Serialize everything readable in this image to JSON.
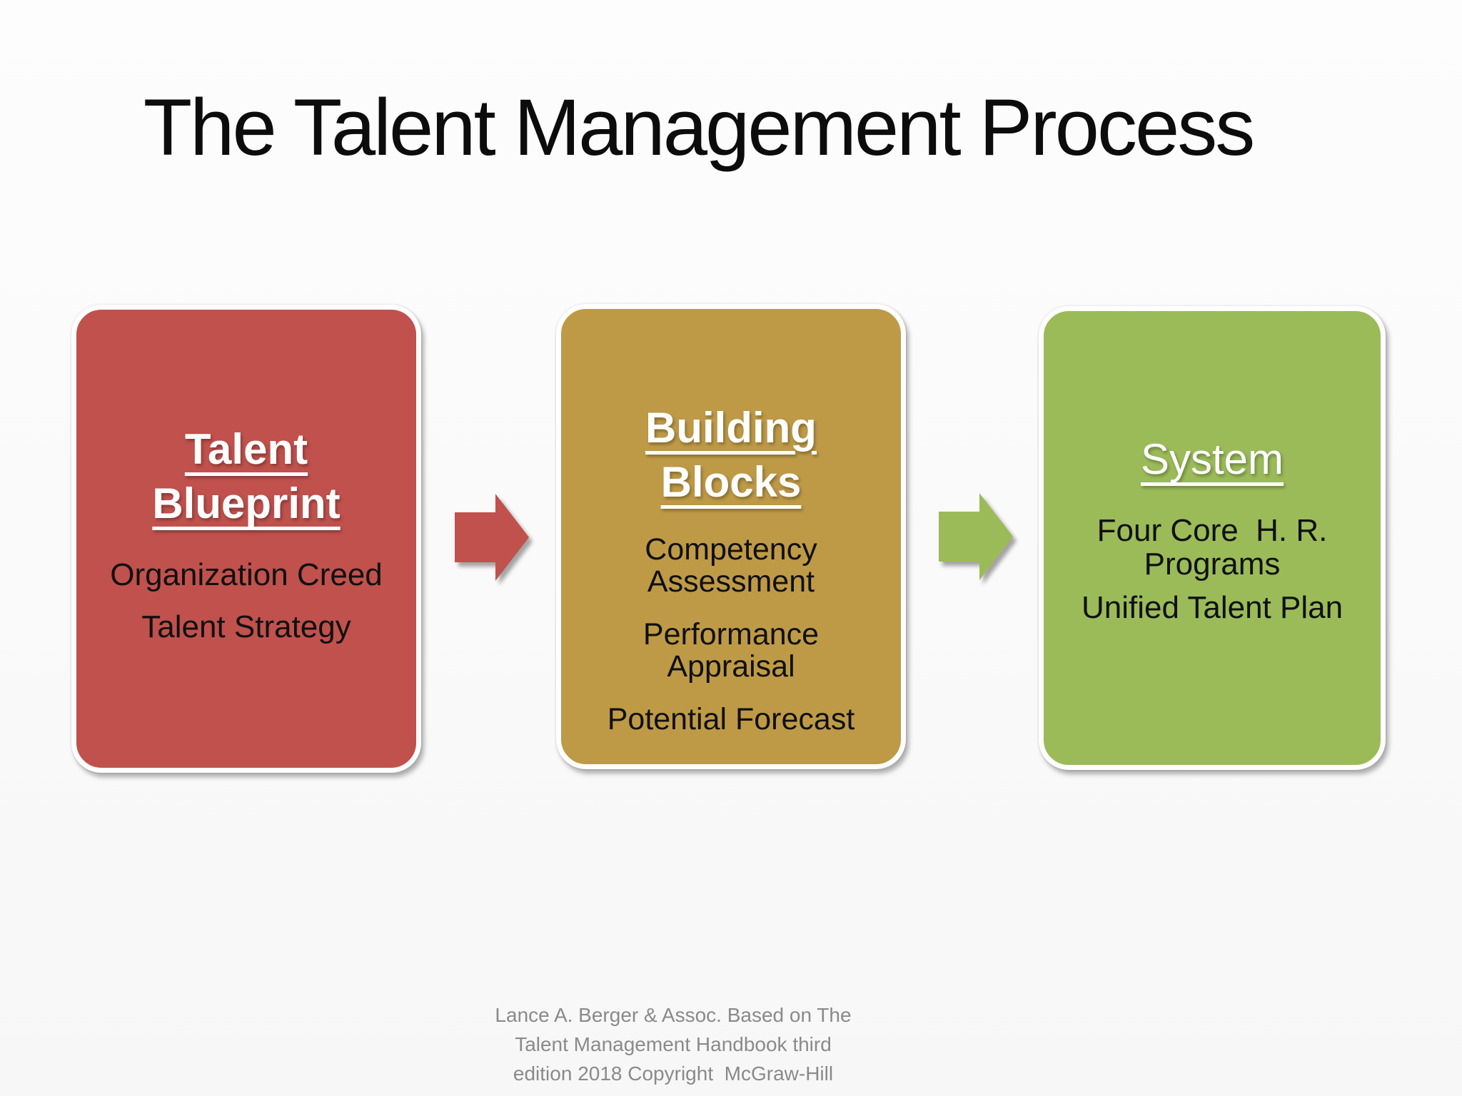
{
  "slide": {
    "title": "The Talent Management Process",
    "background_color": "#FAFAFA",
    "footer_color": "#8A8A8A",
    "footer_lines": [
      "Lance A. Berger & Assoc. Based on The",
      "Talent Management Handbook third",
      "edition 2018 Copyright  McGraw-Hill"
    ]
  },
  "process": {
    "boxes": [
      {
        "name": "Talent Blueprint",
        "color": "#C0514D",
        "heading_lines": [
          "Talent",
          "Blueprint"
        ],
        "items": [
          {
            "lines": [
              "Organization Creed"
            ]
          },
          {
            "lines": [
              "Talent Strategy"
            ]
          }
        ]
      },
      {
        "name": "Building Blocks",
        "color": "#BE9A46",
        "heading_lines": [
          "Building",
          "Blocks"
        ],
        "items": [
          {
            "lines": [
              "Competency",
              "Assessment"
            ]
          },
          {
            "lines": [
              "Performance",
              "Appraisal"
            ]
          },
          {
            "lines": [
              "Potential Forecast"
            ]
          }
        ]
      },
      {
        "name": "System",
        "color": "#9BBB59",
        "heading_lines": [
          "System"
        ],
        "items": [
          {
            "lines": [
              "Four Core  H. R.",
              "Programs"
            ]
          },
          {
            "lines": [
              "Unified Talent Plan"
            ]
          }
        ]
      }
    ],
    "arrows": [
      {
        "name": "arrow-blueprint-to-building-blocks",
        "color": "#C0514D"
      },
      {
        "name": "arrow-building-blocks-to-system",
        "color": "#9BBB59"
      }
    ]
  }
}
